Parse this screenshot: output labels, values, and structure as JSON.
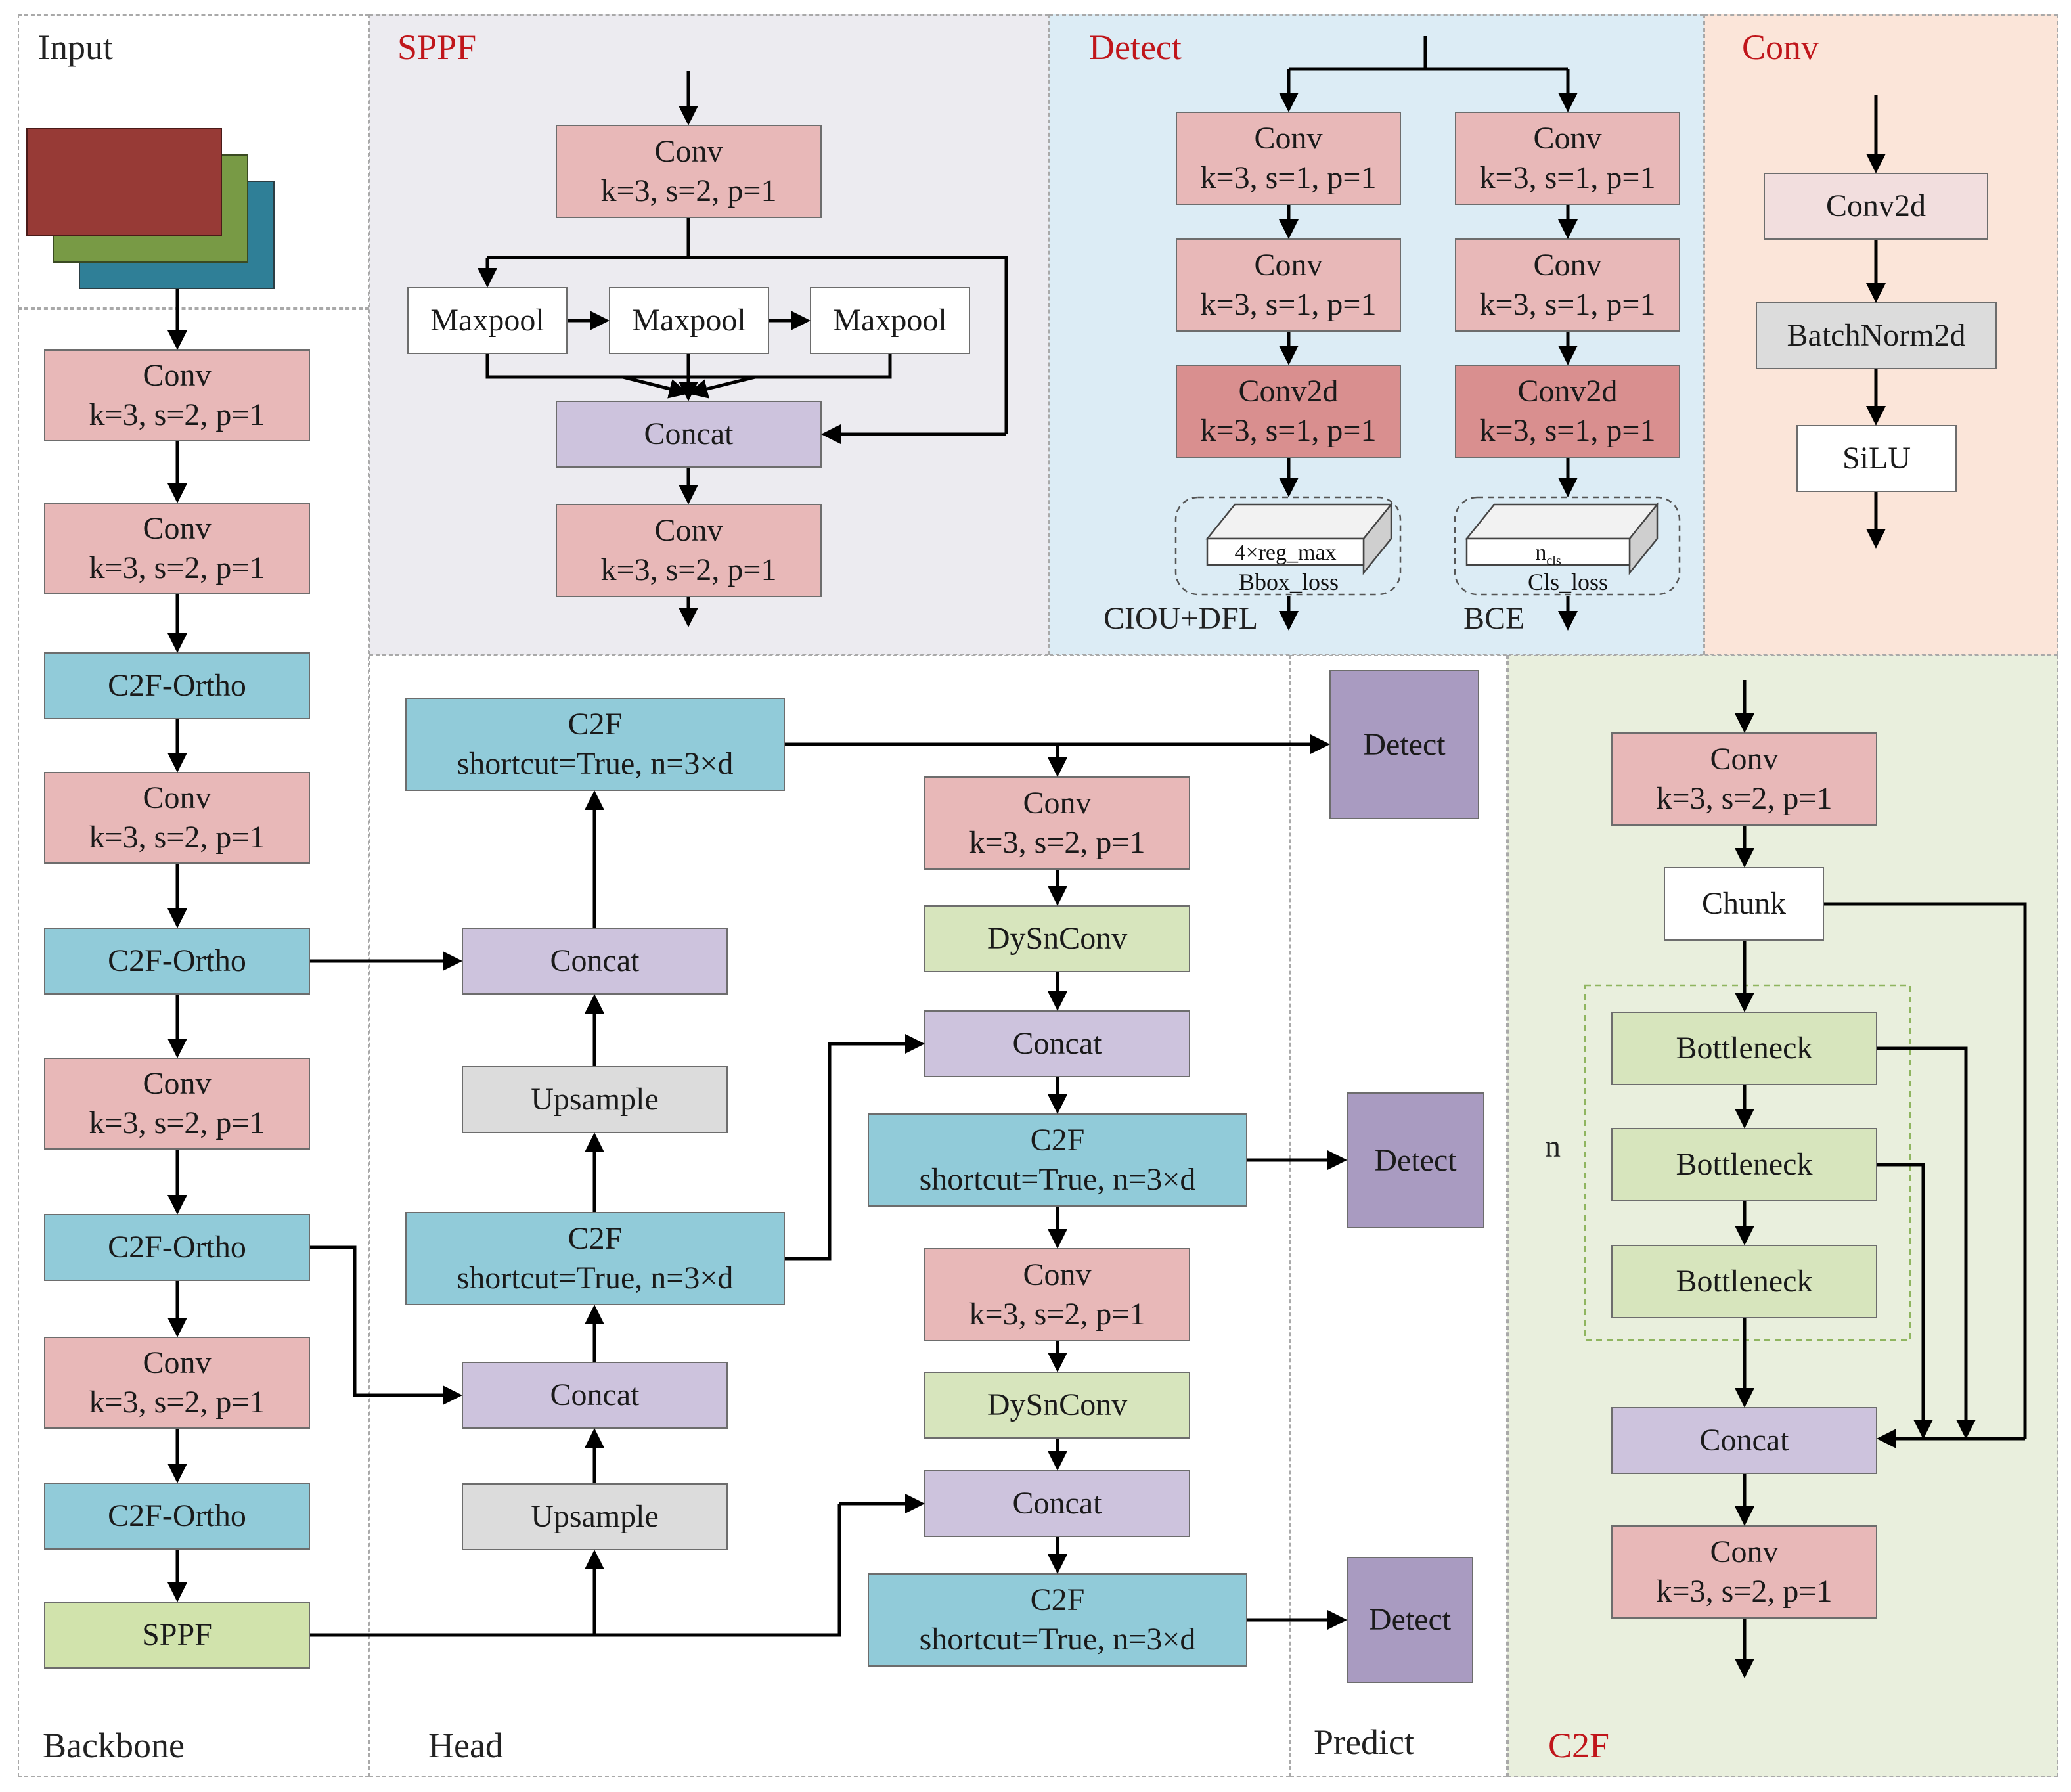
{
  "panels": {
    "input": "Input",
    "sppf": "SPPF",
    "detect": "Detect",
    "conv": "Conv",
    "backbone": "Backbone",
    "head": "Head",
    "predict": "Predict",
    "c2f": "C2F"
  },
  "labels": {
    "conv": "Conv",
    "k2": "k=3, s=2, p=1",
    "k1": "k=3, s=1, p=1",
    "conv2d": "Conv2d",
    "c2f_ortho": "C2F-Ortho",
    "sppf": "SPPF",
    "c2f": "C2F",
    "shortcut": "shortcut=True, n=3×d",
    "concat": "Concat",
    "upsample": "Upsample",
    "dysnconv": "DySnConv",
    "detect": "Detect",
    "maxpool": "Maxpool",
    "batchnorm2d": "BatchNorm2d",
    "silu": "SiLU",
    "chunk": "Chunk",
    "bottleneck": "Bottleneck",
    "n": "n"
  },
  "detect_head": {
    "reg_tensor": "4×reg_max",
    "bbox_loss": "Bbox_loss",
    "cls_tensor": "n",
    "cls_tensor_sub": "cls",
    "cls_loss": "Cls_loss",
    "loss_left": "CIOU+DFL",
    "loss_right": "BCE"
  },
  "colors": {
    "conv": "#e8b8b8",
    "conv2d": "#d98f8f",
    "c2f": "#91cbd9",
    "concat": "#cdc3dd",
    "upsample": "#dcdcdc",
    "dysnconv": "#d7e5bd",
    "sppf": "#d1e3ac",
    "detect": "#a99bc1",
    "panel_sppf": "#ecebf0",
    "panel_detect": "#dcecf5",
    "panel_conv": "#fbe5d9",
    "panel_c2f": "#e9efdd",
    "input_red": "#973a36",
    "input_green": "#789a45",
    "input_teal": "#2f7f97",
    "title_red": "#c0161b"
  }
}
